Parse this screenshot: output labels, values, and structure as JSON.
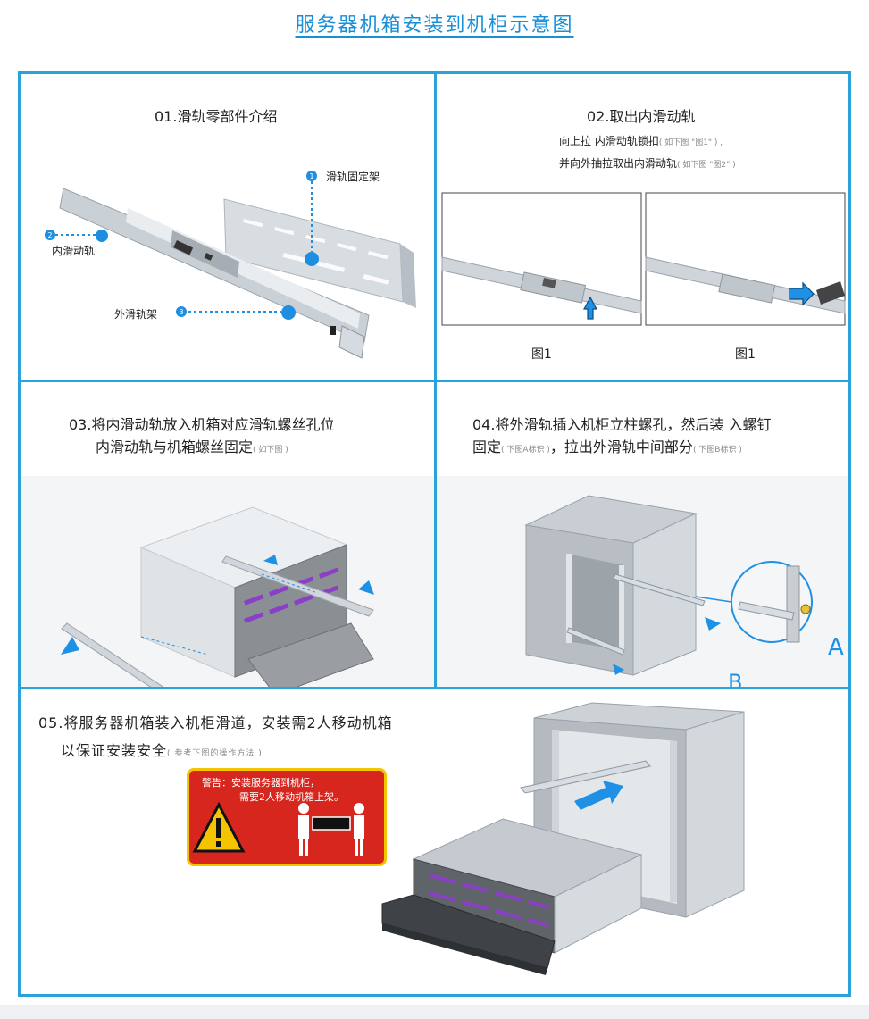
{
  "page": {
    "title": "服务器机箱安装到机柜示意图"
  },
  "steps": {
    "s1": {
      "title": "01.滑轨零部件介绍",
      "labels": {
        "bracket": "滑轨固定架",
        "inner": "内滑动轨",
        "outer": "外滑轨架"
      },
      "numbers": {
        "n1": "1",
        "n2": "2",
        "n3": "3"
      }
    },
    "s2": {
      "title": "02.取出内滑动轨",
      "line1": "向上拉 内滑动轨锁扣",
      "line1_note": "( 如下图 \"图1\" ) ,",
      "line2": "并向外抽拉取出内滑动轨",
      "line2_note": "( 如下图 \"图2\" )",
      "caption_left": "图1",
      "caption_right": "图1"
    },
    "s3": {
      "title_line1": "03.将内滑动轨放入机箱对应滑轨螺丝孔位",
      "title_line2": "内滑动轨与机箱螺丝固定",
      "title_note": "( 如下图 )"
    },
    "s4": {
      "title_line1": "04.将外滑轨插入机柜立柱螺孔，然后装 入螺钉",
      "title_line2a": "固定",
      "note_a": "( 下图A标识 )",
      "title_line2b": "，拉出外滑轨中间部分",
      "note_b": "( 下图B标识 )",
      "marker_a": "A",
      "marker_b": "B"
    },
    "s5": {
      "title_line1": "05.将服务器机箱装入机柜滑道，安装需2人移动机箱",
      "title_line2": "以保证安装安全",
      "title_note": "( 参考下图的操作方法 )",
      "warning_line1": "警告：安装服务器到机柜，",
      "warning_line2": "需要2人移动机箱上架。",
      "warning_icon": "exclamation-triangle"
    }
  },
  "colors": {
    "accent": "#2aa3db",
    "title": "#1a8fd6",
    "warning_red": "#d7261e",
    "warning_yellow": "#f5c400",
    "drive_purple": "#8b3fc7",
    "arrow_blue": "#1e90e6"
  }
}
